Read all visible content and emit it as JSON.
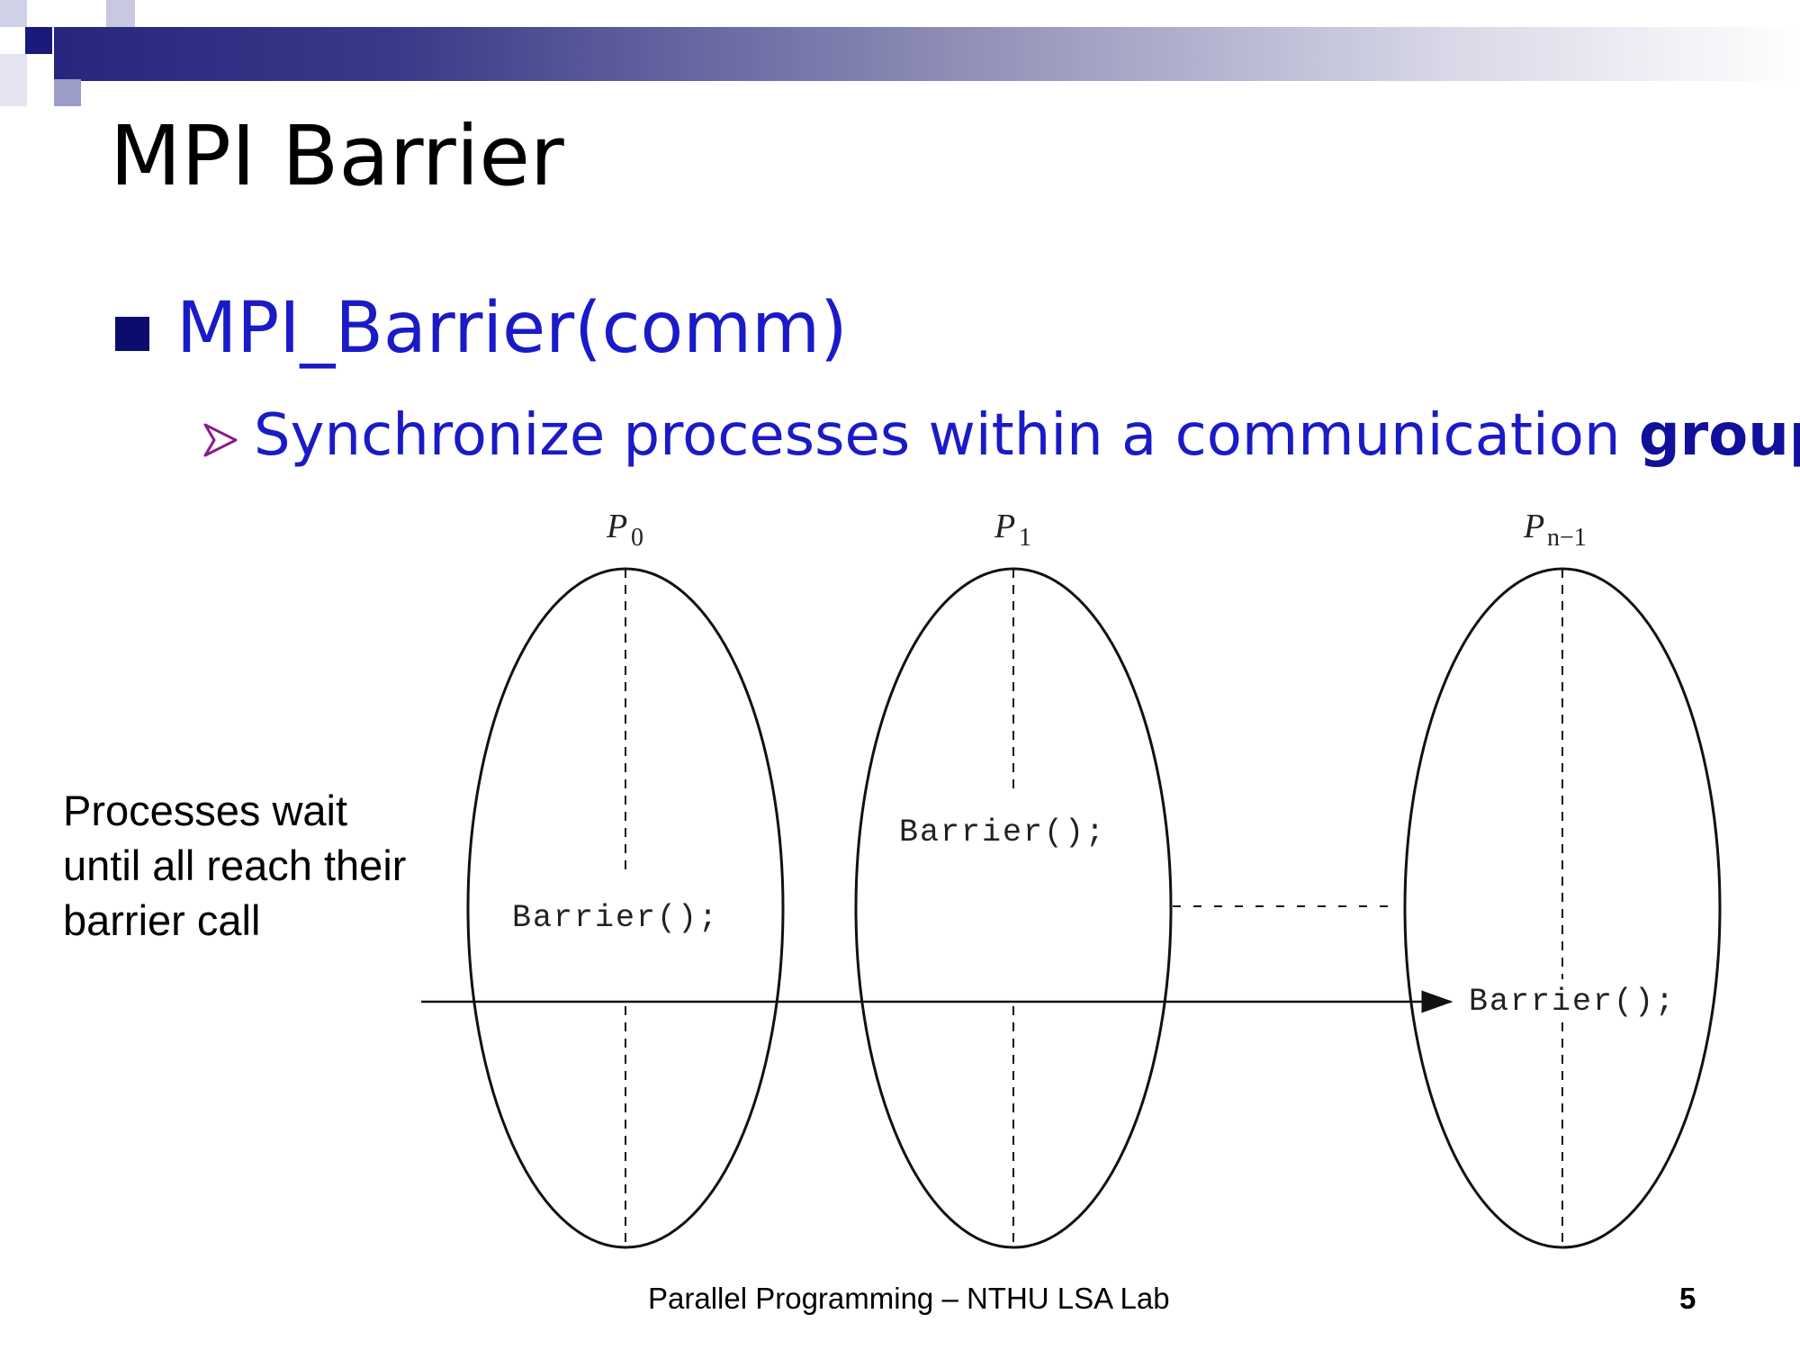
{
  "slide": {
    "title": "MPI Barrier",
    "bullet": "MPI_Barrier(comm)",
    "sub_bullet_prefix": "Synchronize processes within a communication ",
    "sub_bullet_bold": "group",
    "side_note": [
      "Processes wait",
      "until all reach their",
      "barrier call"
    ],
    "footer": "Parallel Programming – NTHU LSA Lab",
    "page_number": "5"
  },
  "diagram": {
    "processes": [
      {
        "label": "P",
        "subscript": "0",
        "call": "Barrier();"
      },
      {
        "label": "P",
        "subscript": "1",
        "call": "Barrier();"
      },
      {
        "label": "P",
        "subscript": "n−1",
        "call": "Barrier();"
      }
    ]
  },
  "colors": {
    "bullet_text": "#1a1ac8",
    "bullet_square": "#0c0c6e",
    "sub_arrow": "#8b1a8b"
  }
}
